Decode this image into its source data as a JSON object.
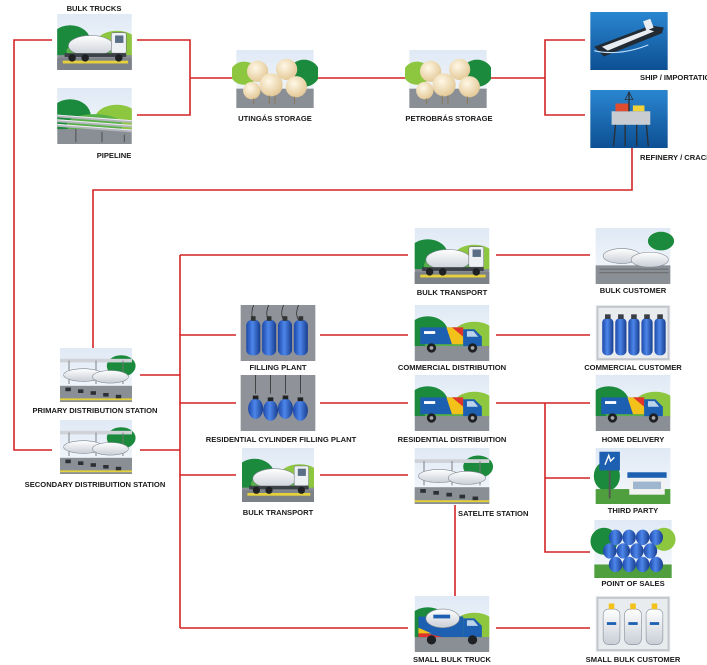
{
  "colors": {
    "connector": "#d32424",
    "sky": "#e8eef6",
    "grass": "#3aa54a",
    "hill_light": "#8dc63f",
    "hill_dark": "#1b8a3c",
    "sea": "#1d6fb8",
    "cylinder_blue": "#2a5ec7",
    "tank_cream": "#f2e3c4",
    "truck_white": "#e9ecef",
    "brand_blue": "#1d5fb0"
  },
  "nodes": {
    "bulk_trucks": {
      "label": "BULK TRUCKS",
      "icon": "bulk-tanker-truck"
    },
    "pipeline": {
      "label": "PIPELINE",
      "icon": "pipeline"
    },
    "utingas_storage": {
      "label": "UTINGÁS STORAGE",
      "icon": "spherical-storage-tanks"
    },
    "petrobras_storage": {
      "label": "PETROBRÁS STORAGE",
      "icon": "spherical-storage-tanks"
    },
    "ship_importation": {
      "label": "SHIP / IMPORTATION",
      "icon": "tanker-ship"
    },
    "refinery_cracking": {
      "label": "REFINERY / CRACKIN",
      "icon": "offshore-platform"
    },
    "primary_distribution_station": {
      "label": "PRIMARY DISTRIBUTION STATION",
      "icon": "distribution-station"
    },
    "secondary_distribution_station": {
      "label": "SECONDARY DISTRIBUITION STATION",
      "icon": "distribution-station"
    },
    "bulk_transport_top": {
      "label": "BULK TRANSPORT",
      "icon": "bulk-tanker-truck"
    },
    "bulk_customer": {
      "label": "BULK CUSTOMER",
      "icon": "bulk-tanks"
    },
    "filling_plant": {
      "label": "FILLING PLANT",
      "icon": "gas-cylinders"
    },
    "commercial_distribution": {
      "label": "COMMERCIAL DISTRIBUTION",
      "icon": "delivery-truck"
    },
    "commercial_customer": {
      "label": "COMMERCIAL CUSTOMER",
      "icon": "gas-cylinders"
    },
    "residential_cylinder_filling_plant": {
      "label": "RESIDENTIAL CYLINDER FILLING PLANT",
      "icon": "gas-cylinders"
    },
    "residential_distribution": {
      "label": "RESIDENTIAL DISTRIBUITION",
      "icon": "delivery-truck"
    },
    "home_delivery": {
      "label": "HOME DELIVERY",
      "icon": "delivery-truck"
    },
    "third_party": {
      "label": "THIRD PARTY",
      "icon": "kiosk"
    },
    "bulk_transport_mid": {
      "label": "BULK TRANSPORT",
      "icon": "bulk-tanker-truck"
    },
    "satelite_station": {
      "label": "SATELITE STATION",
      "icon": "distribution-station"
    },
    "point_of_sales": {
      "label": "POINT OF SALES",
      "icon": "gas-cylinders"
    },
    "small_bulk_truck": {
      "label": "SMALL BULK TRUCK",
      "icon": "small-bulk-truck"
    },
    "small_bulk_customer": {
      "label": "SMALL BULK CUSTOMER",
      "icon": "small-bulk-tanks"
    }
  }
}
